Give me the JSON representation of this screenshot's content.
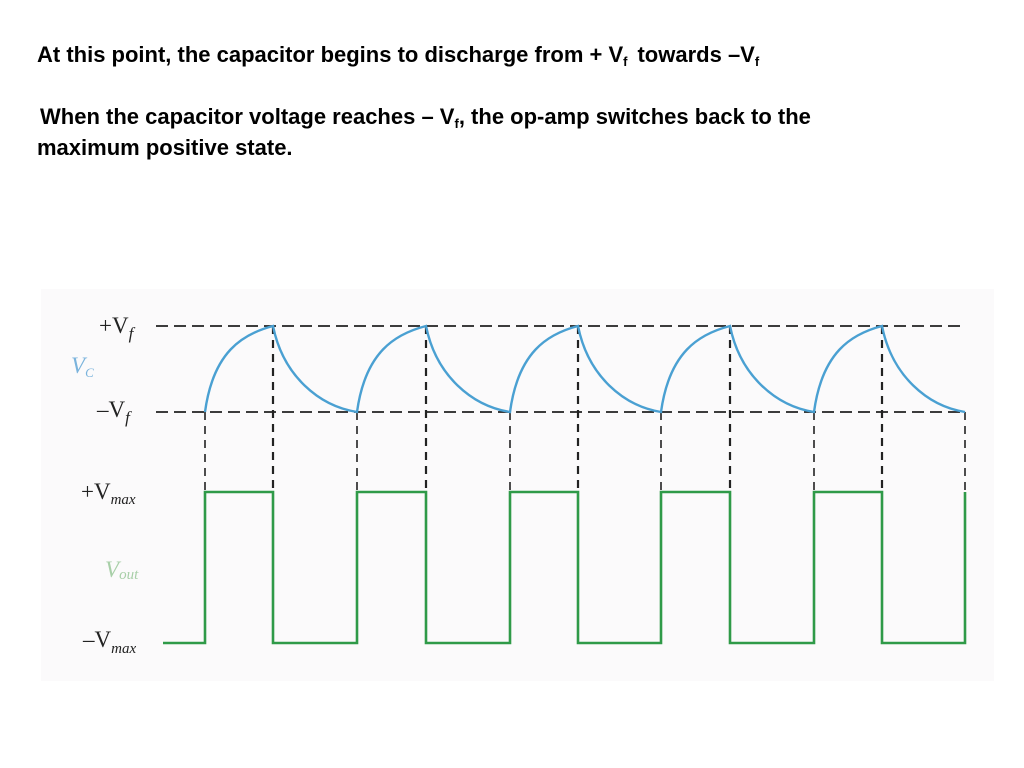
{
  "text": {
    "line1": {
      "before": "At this point, the capacitor begins to discharge from + V",
      "sub1": "f",
      "middle": "towards –V",
      "sub2": "f"
    },
    "line2": {
      "before": "When the capacitor voltage reaches – V",
      "sub": "f",
      "after": ", the op-amp switches back to the"
    },
    "line3": "maximum positive state."
  },
  "figure": {
    "labels": {
      "plus_vf": {
        "main": "+V",
        "sub": "f"
      },
      "minus_vf": {
        "main": "–V",
        "sub": "f"
      },
      "vc": {
        "main": "V",
        "sub": "C"
      },
      "plus_vmax": {
        "main": "+V",
        "sub": "max"
      },
      "vout": {
        "main": "V",
        "sub": "out"
      },
      "minus_vmax": {
        "main": "–V",
        "sub": "max"
      }
    },
    "colors": {
      "capacitor_wave": "#4aa0d2",
      "output_wave": "#2f9a48",
      "dashed": "#222222",
      "vc_label": "#7ab3dc",
      "vout_label": "#a8cfa8",
      "background": "#fbfafb"
    },
    "switch_count": 11
  }
}
